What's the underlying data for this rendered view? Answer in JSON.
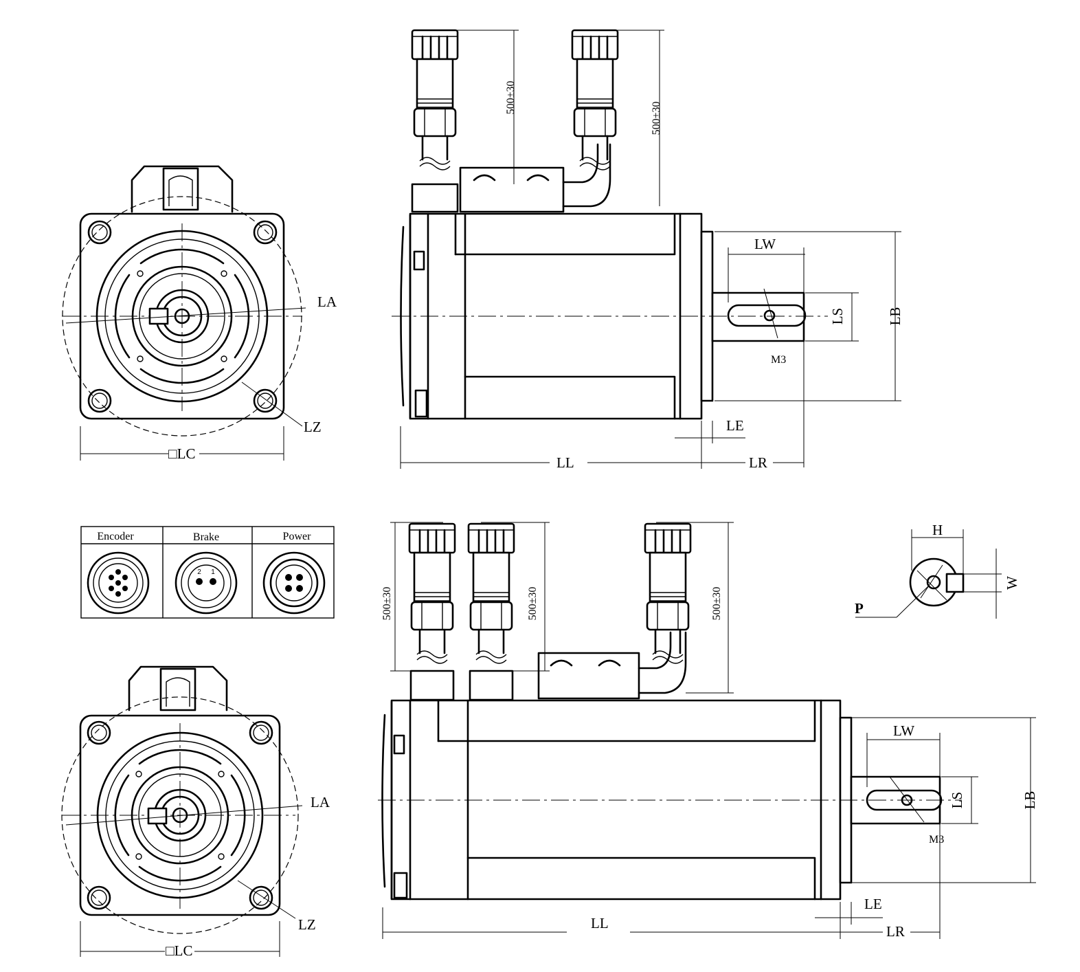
{
  "dimensions": {
    "la": "LA",
    "lz": "LZ",
    "lc": "□LC",
    "lw": "LW",
    "ls": "LS",
    "lb": "LB",
    "m3": "M3",
    "le": "LE",
    "ll": "LL",
    "lr": "LR",
    "cable_length": "500±30",
    "h": "H",
    "w": "W",
    "p": "P"
  },
  "connector_table": {
    "headers": [
      "Encoder",
      "Brake",
      "Power"
    ],
    "brake_pins": [
      "2",
      "1"
    ]
  }
}
